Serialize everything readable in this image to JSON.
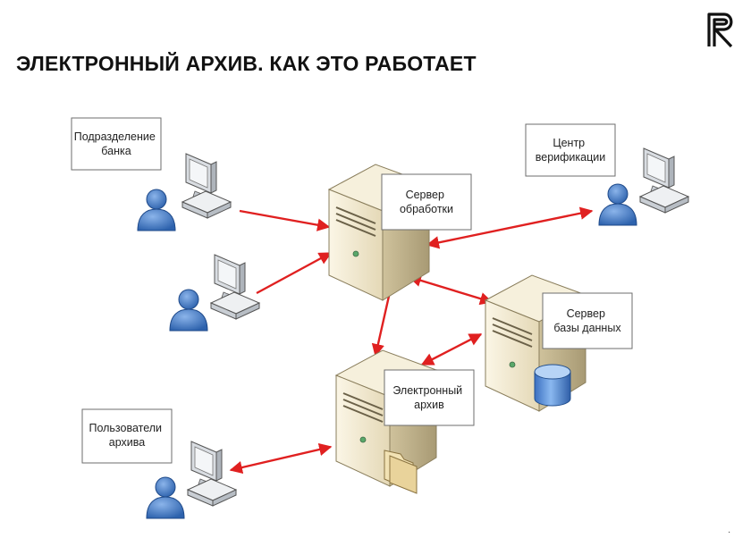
{
  "slide": {
    "title": "ЭЛЕКТРОННЫЙ АРХИВ. КАК ЭТО РАБОТАЕТ",
    "logo": "R-brand-logo",
    "page_marker": "·"
  },
  "labels": {
    "bank_division": [
      "Подразделение",
      "банка"
    ],
    "verification_center": [
      "Центр",
      "верификации"
    ],
    "processing_server": [
      "Сервер",
      "обработки"
    ],
    "database_server": [
      "Сервер",
      "базы данных"
    ],
    "electronic_archive": [
      "Электронный",
      "архив"
    ],
    "archive_users": [
      "Пользователи",
      "архива"
    ]
  },
  "colors": {
    "arrow": "#e02020",
    "server_body": "#efe6cc",
    "person": "#3f76c4",
    "database": "#4a86d6"
  }
}
